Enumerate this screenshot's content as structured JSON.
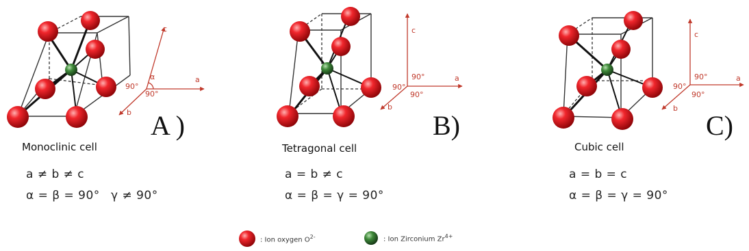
{
  "panels": [
    {
      "letter": "A )",
      "name": "Monoclinic cell",
      "eq1": "a ≠ b ≠ c",
      "eq2a": "α = β = 90°",
      "eq2b": "γ ≠ 90°",
      "axes": {
        "a": "a",
        "b": "b",
        "c": "c",
        "alpha": "α",
        "angle1": "90°",
        "angle2": "90°"
      }
    },
    {
      "letter": "B)",
      "name": "Tetragonal cell",
      "eq1": "a = b ≠ c",
      "eq2a": "α = β = γ = 90°",
      "axes": {
        "a": "a",
        "b": "b",
        "c": "c",
        "angle1": "90°",
        "angle2": "90°",
        "angle3": "90°"
      }
    },
    {
      "letter": "C)",
      "name": "Cubic cell",
      "eq1": "a = b = c",
      "eq2a": "α = β = γ = 90°",
      "axes": {
        "a": "a",
        "b": "b",
        "c": "c",
        "angle1": "90°",
        "angle2": "90°",
        "angle3": "90°"
      }
    }
  ],
  "legend": {
    "oxygen_label": ": Ion oxygen O",
    "oxygen_charge": "2-",
    "zirconium_label": ": Ion Zirconium Zr",
    "zirconium_charge": "4+"
  },
  "colors": {
    "oxygen": "#d8101a",
    "zirconium": "#2e6b2e",
    "axis": "#c0392b"
  }
}
